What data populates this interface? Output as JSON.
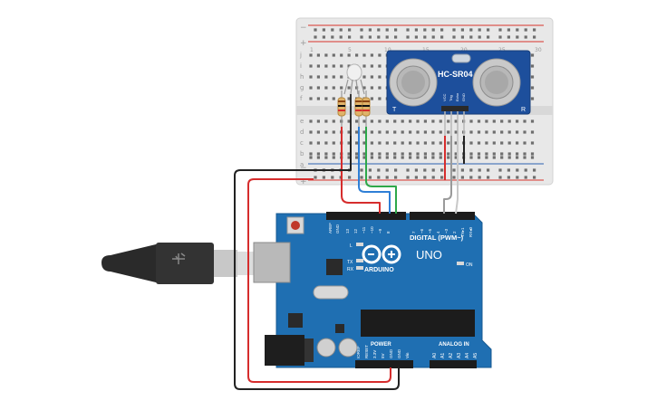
{
  "sensor": {
    "name": "HC-SR04",
    "pins": [
      "VCC",
      "Trig",
      "Echo",
      "GND"
    ],
    "corner_left": "T",
    "corner_right": "R"
  },
  "arduino": {
    "model": "UNO",
    "brand": "ARDUINO",
    "digital_label": "DIGITAL (PWM~)",
    "power_label": "POWER",
    "analog_label": "ANALOG IN",
    "led_l": "L",
    "led_tx": "TX",
    "led_rx": "RX",
    "led_on": "ON",
    "digital_pins": [
      "AREF",
      "GND",
      "13",
      "12",
      "~11",
      "~10",
      "~9",
      "8",
      "7",
      "~6",
      "~5",
      "4",
      "~3",
      "2",
      "TX▸1",
      "RX◂0"
    ],
    "power_pins": [
      "IOREF",
      "RESET",
      "3.3V",
      "5V",
      "GND",
      "GND",
      "Vin"
    ],
    "analog_pins": [
      "A0",
      "A1",
      "A2",
      "A3",
      "A4",
      "A5"
    ]
  },
  "breadboard": {
    "row_letters_top": [
      "j",
      "i",
      "h",
      "g",
      "f"
    ],
    "row_letters_bottom": [
      "e",
      "d",
      "c",
      "b",
      "a"
    ],
    "column_numbers": [
      "1",
      "5",
      "10",
      "15",
      "20",
      "25",
      "30"
    ],
    "rail_plus": "+",
    "rail_minus": "−"
  },
  "colors": {
    "board_blue": "#1f6fb2",
    "wire_red": "#d62d2d",
    "wire_black": "#222222",
    "wire_blue": "#2f7fd6",
    "wire_green": "#2ea84a",
    "wire_gray": "#9a9a9a",
    "sensor_blue": "#1d4f9c",
    "rail_red": "#d9342b",
    "rail_blue": "#2d5fb0"
  },
  "icons": {
    "usb_cable": "usb-cable-icon",
    "power_jack": "dc-jack-icon",
    "rgb_led": "rgb-led-icon",
    "resistor": "resistor-icon",
    "reset_button": "reset-button-icon"
  }
}
